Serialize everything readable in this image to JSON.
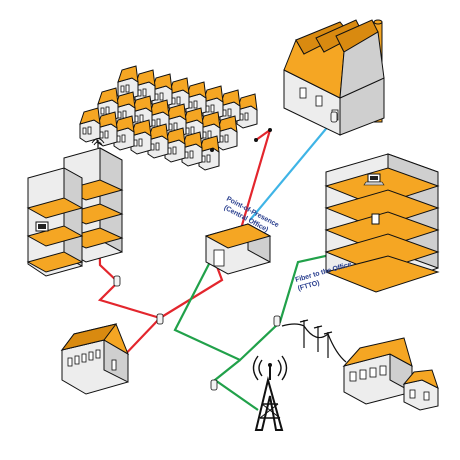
{
  "labels": {
    "pop_line1": "Point-of-Presence",
    "pop_line2": "(Central Office)",
    "ftto_line1": "Fiber to the Office",
    "ftto_line2": "(FTTO)"
  },
  "colors": {
    "red_cable": "#e3262d",
    "green_cable": "#21a14a",
    "blue_cable": "#3fb4e6",
    "roof": "#f5a623",
    "label": "#2a3f8f"
  },
  "icons": [
    "factory-icon",
    "row-houses-icon",
    "apartment-tower-icon",
    "office-building-icon",
    "central-office-icon",
    "cell-tower-icon",
    "utility-pole-icon",
    "house-icon",
    "laptop-icon",
    "computer-icon"
  ]
}
